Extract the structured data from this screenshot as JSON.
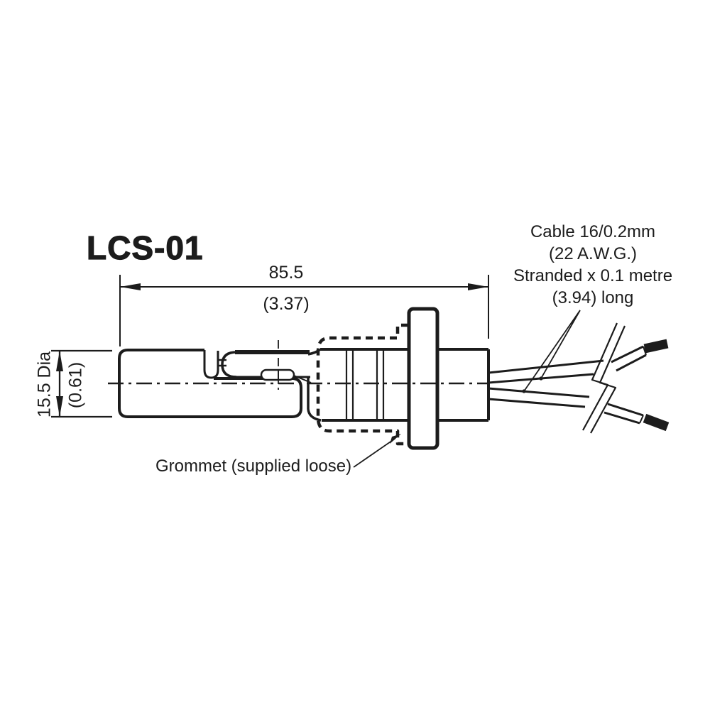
{
  "title": "LCS-01",
  "drawing": {
    "length_dimension": {
      "primary": "85.5",
      "secondary": "(3.37)"
    },
    "diameter_dimension": {
      "primary": "15.5 Dia",
      "secondary": "(0.61)"
    },
    "cable_note": [
      "Cable 16/0.2mm",
      "(22 A.W.G.)",
      "Stranded x 0.1 metre",
      "(3.94) long"
    ],
    "grommet_label": "Grommet (supplied loose)"
  },
  "colors": {
    "ink": "#1c1c1c",
    "background": "#ffffff"
  }
}
